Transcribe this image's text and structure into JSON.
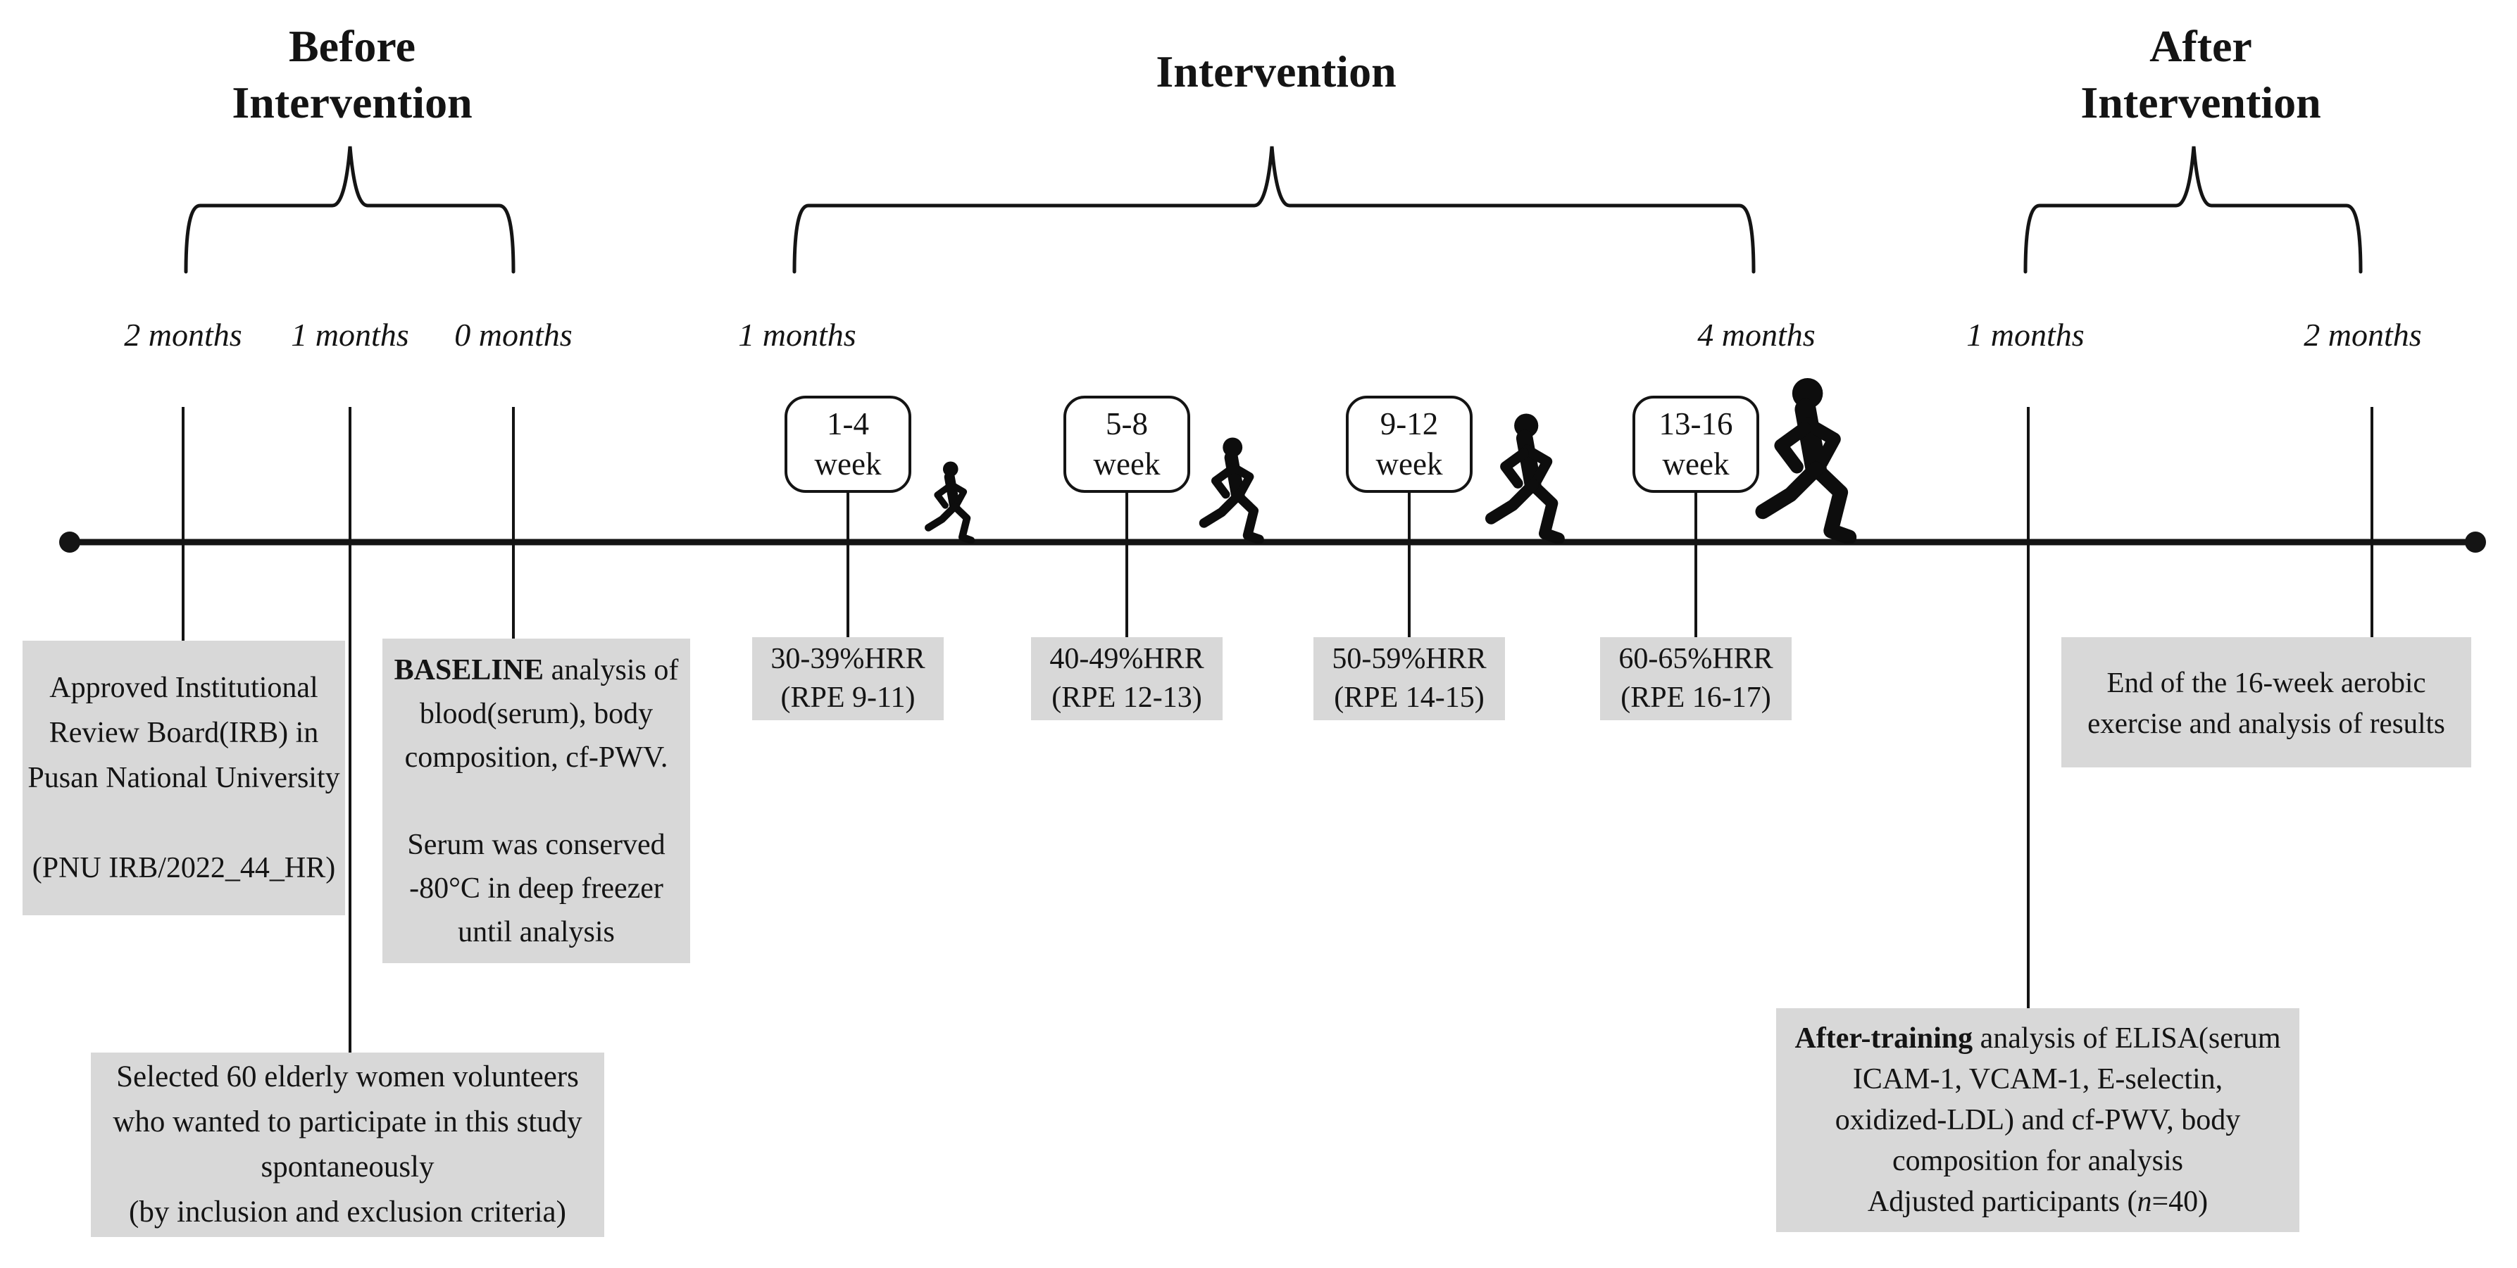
{
  "figure": {
    "kind": "study-design-timeline"
  },
  "colors": {
    "ink": "#141414",
    "box_gray": "#d8d8d8",
    "background": "#ffffff"
  },
  "headings": {
    "before": {
      "line1": "Before",
      "line2": "Intervention"
    },
    "intervention": {
      "line1": "Intervention"
    },
    "after": {
      "line1": "After",
      "line2": "Intervention"
    }
  },
  "month_labels": {
    "before": [
      "2 months",
      "1 months",
      "0 months"
    ],
    "intervention": [
      "1 months",
      "4 months"
    ],
    "after": [
      "1 months",
      "2 months"
    ]
  },
  "week_boxes": [
    {
      "range": "1-4",
      "unit": "week"
    },
    {
      "range": "5-8",
      "unit": "week"
    },
    {
      "range": "9-12",
      "unit": "week"
    },
    {
      "range": "13-16",
      "unit": "week"
    }
  ],
  "intensity_boxes": [
    {
      "hrr": "30-39%HRR",
      "rpe": "(RPE 9-11)"
    },
    {
      "hrr": "40-49%HRR",
      "rpe": "(RPE 12-13)"
    },
    {
      "hrr": "50-59%HRR",
      "rpe": "(RPE 14-15)"
    },
    {
      "hrr": "60-65%HRR",
      "rpe": "(RPE 16-17)"
    }
  ],
  "notes": {
    "irb": {
      "lines": [
        "Approved Institutional",
        "Review Board(IRB) in",
        "Pusan National University",
        "",
        "(PNU IRB/2022_44_HR)"
      ]
    },
    "baseline": {
      "bold": "BASELINE",
      "line1_rest": " analysis of",
      "lines": [
        "blood(serum), body",
        "composition, cf-PWV.",
        "",
        "Serum was conserved",
        "-80°C in deep freezer",
        "until analysis"
      ]
    },
    "selected": {
      "lines": [
        "Selected 60 elderly women volunteers",
        "who wanted to participate in this study",
        "spontaneously",
        "(by inclusion and exclusion criteria)"
      ]
    },
    "end": {
      "lines": [
        "End of the 16-week aerobic",
        "exercise and analysis of results"
      ]
    },
    "after_training": {
      "bold": "After-training",
      "line1_rest": " analysis of ELISA(serum",
      "lines": [
        "ICAM-1, VCAM-1, E-selectin,",
        "oxidized-LDL) and cf-PWV, body",
        "composition for analysis"
      ],
      "last_pre": "Adjusted participants (",
      "last_italic": "n",
      "last_post": "=40)"
    }
  }
}
